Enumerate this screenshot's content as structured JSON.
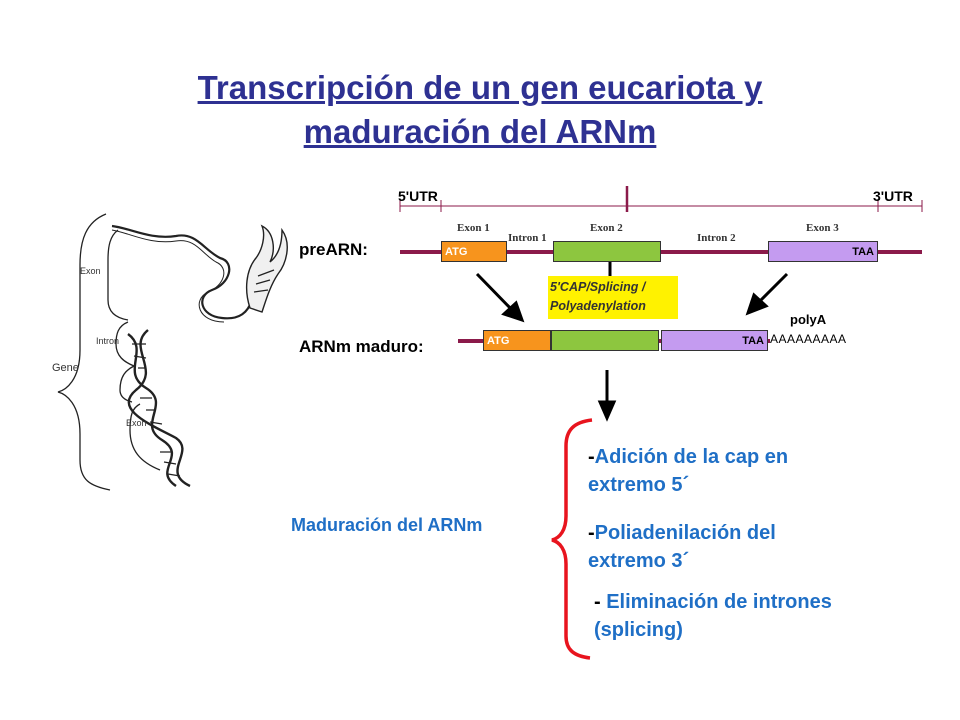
{
  "title_line1": "Transcripción de un gen eucariota y",
  "title_line2": "maduración del ARNm",
  "figure": {
    "label_exon_top": "Exon",
    "label_intron": "Intron",
    "label_gene": "Gene",
    "label_exon_bottom": "Exon"
  },
  "prearn": {
    "label": "preARN:",
    "utr5": "5'UTR",
    "utr3": "3'UTR",
    "exon1": "Exon 1",
    "exon2": "Exon 2",
    "exon3": "Exon 3",
    "intron1": "Intron 1",
    "intron2": "Intron 2",
    "atg": "ATG",
    "taa": "TAA"
  },
  "process": {
    "line1": "5'CAP/Splicing /",
    "line2": "Polyadenylation"
  },
  "arnm": {
    "label": "ARNm maduro:",
    "atg": "ATG",
    "taa": "TAA",
    "polya": "polyA",
    "tail": "AAAAAAAAA"
  },
  "maduracion": {
    "label": "Maduración del ARNm",
    "item1_dash": "-",
    "item1_l1": "Adición de la cap en",
    "item1_l2": "extremo 5´",
    "item2_dash": "-",
    "item2_l1": "Poliadenilación del",
    "item2_l2": "extremo 3´",
    "item3_dash": "- ",
    "item3_l1": "Eliminación de intrones",
    "item3_l2": "(splicing)"
  },
  "colors": {
    "title": "#2e3192",
    "orange": "#f7941d",
    "green": "#8dc63f",
    "purple": "#c49bf0",
    "strand": "#8b1a4a",
    "brace": "#e8141e",
    "blue_text": "#1f6fc6"
  }
}
